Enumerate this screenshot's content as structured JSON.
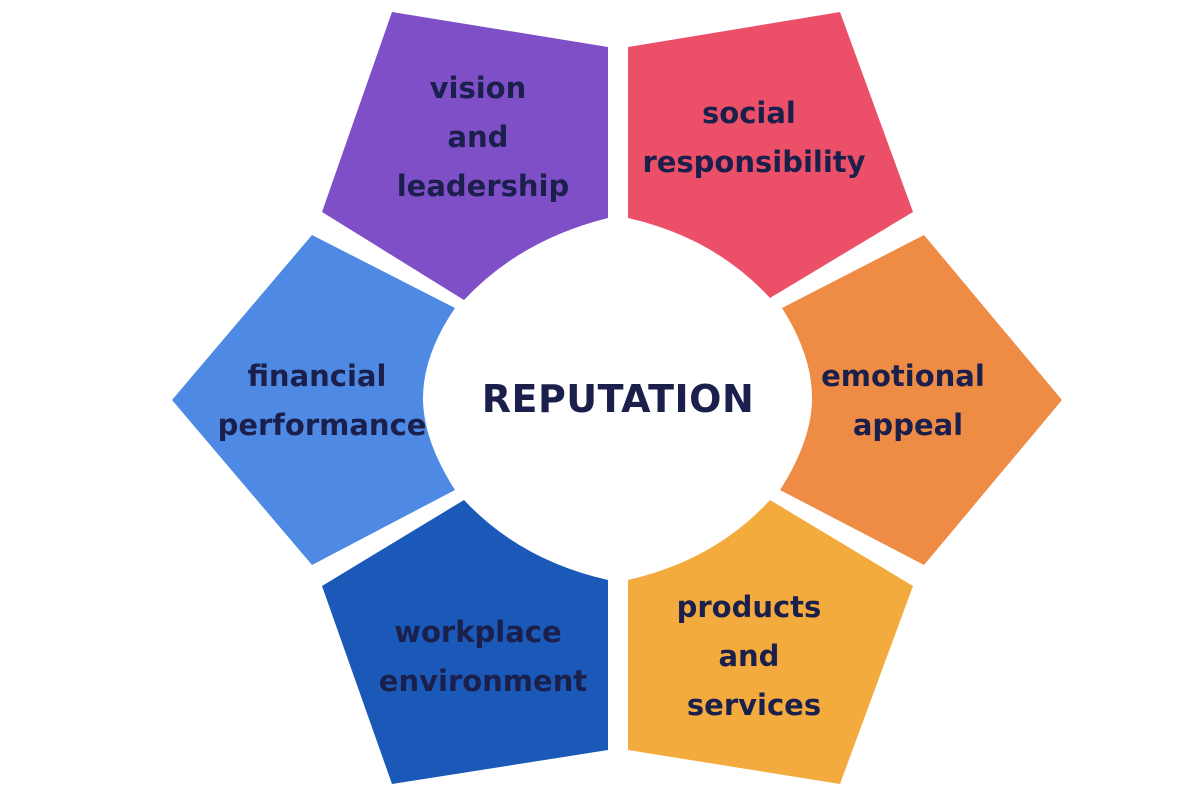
{
  "center": {
    "label": "REPUTATION"
  },
  "segments": [
    {
      "id": "vision",
      "lines": [
        "vision",
        "and",
        "leadership"
      ],
      "color": "#7f4fc7"
    },
    {
      "id": "social",
      "lines": [
        "social",
        "responsibility"
      ],
      "color": "#ec5068"
    },
    {
      "id": "emotional",
      "lines": [
        "emotional",
        "appeal"
      ],
      "color": "#ee8c46"
    },
    {
      "id": "products",
      "lines": [
        "products",
        "and",
        "services"
      ],
      "color": "#f4ab3e"
    },
    {
      "id": "workplace",
      "lines": [
        "workplace",
        "environment"
      ],
      "color": "#1b59b8"
    },
    {
      "id": "financial",
      "lines": [
        "financial",
        "performance"
      ],
      "color": "#4e8ae4"
    }
  ]
}
